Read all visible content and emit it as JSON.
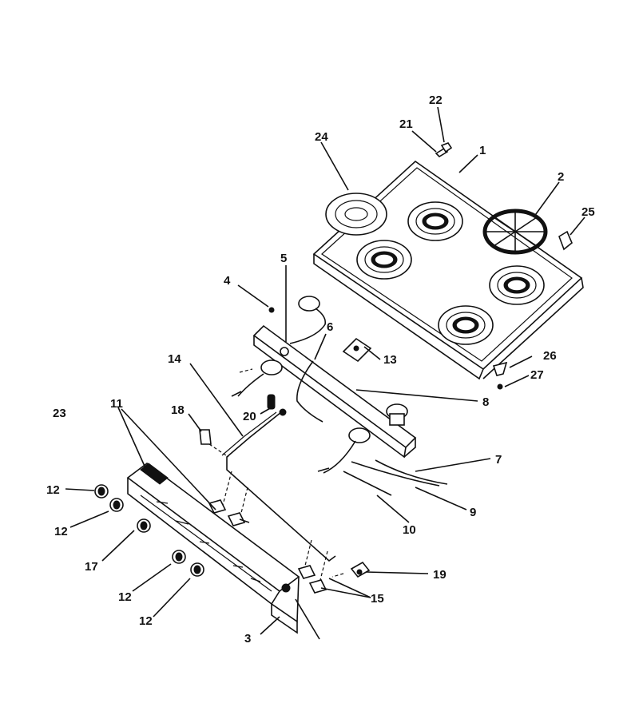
{
  "callouts": {
    "c1": "1",
    "c2": "2",
    "c3": "3",
    "c4": "4",
    "c5": "5",
    "c6": "6",
    "c7": "7",
    "c8": "8",
    "c9": "9",
    "c10": "10",
    "c11": "11",
    "c12a": "12",
    "c12b": "12",
    "c12c": "12",
    "c12d": "12",
    "c13": "13",
    "c14": "14",
    "c15": "15",
    "c17": "17",
    "c18": "18",
    "c19": "19",
    "c20": "20",
    "c21": "21",
    "c22": "22",
    "c23": "23",
    "c24": "24",
    "c25": "25",
    "c26": "26",
    "c27": "27"
  },
  "colors": {
    "ink": "#111111",
    "paper": "#ffffff"
  }
}
